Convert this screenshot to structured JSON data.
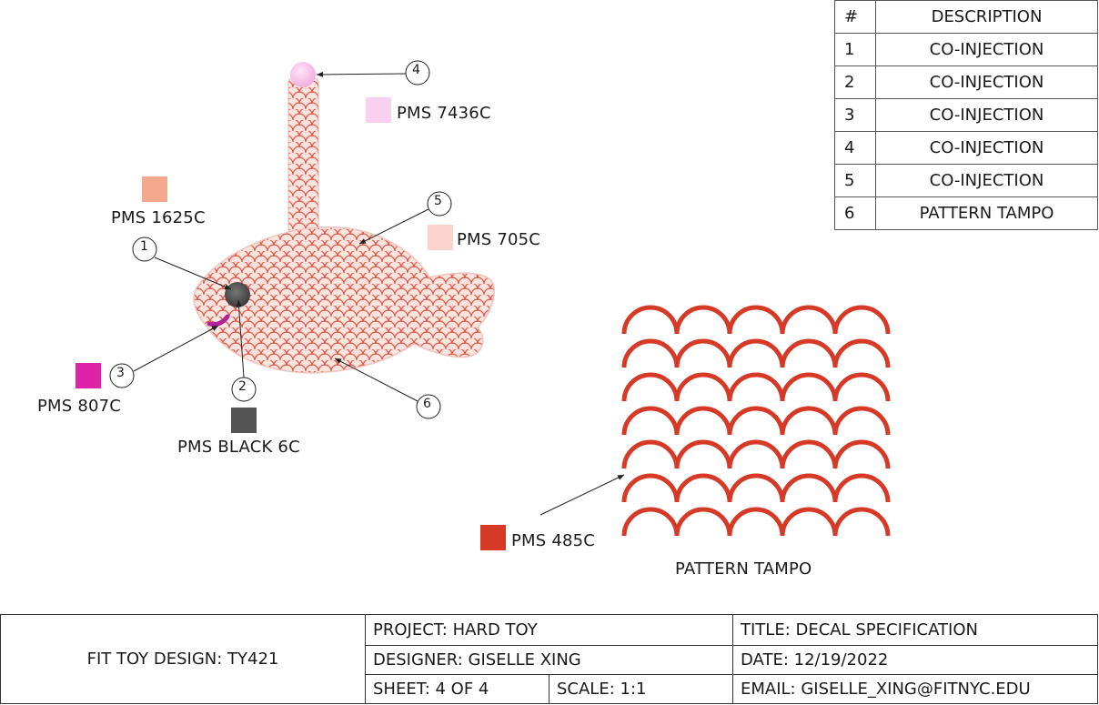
{
  "table": {
    "header_num": "#",
    "header_desc": "DESCRIPTION",
    "rows": [
      {
        "num": "1",
        "desc": "CO-INJECTION"
      },
      {
        "num": "2",
        "desc": "CO-INJECTION"
      },
      {
        "num": "3",
        "desc": "CO-INJECTION"
      },
      {
        "num": "4",
        "desc": "CO-INJECTION"
      },
      {
        "num": "5",
        "desc": "CO-INJECTION"
      },
      {
        "num": "6",
        "desc": "PATTERN TAMPO"
      }
    ]
  },
  "callouts": {
    "c1": "1",
    "c2": "2",
    "c3": "3",
    "c4": "4",
    "c5": "5",
    "c6": "6"
  },
  "swatches": {
    "pms_7436c": {
      "label": "PMS 7436C",
      "color": "#f9d0f0"
    },
    "pms_1625c": {
      "label": "PMS 1625C",
      "color": "#f4a98f"
    },
    "pms_705c": {
      "label": "PMS 705C",
      "color": "#fbd2cc"
    },
    "pms_807c": {
      "label": "PMS 807C",
      "color": "#e022a8"
    },
    "pms_black_6c": {
      "label": "PMS BLACK 6C",
      "color": "#555555"
    },
    "pms_485c": {
      "label": "PMS 485C",
      "color": "#d63a27"
    }
  },
  "pattern_caption": "PATTERN TAMPO",
  "title_block": {
    "company": "FIT TOY DESIGN: TY421",
    "project": "PROJECT: HARD TOY",
    "designer": "DESIGNER: GISELLE XING",
    "sheet": "SHEET: 4 OF 4",
    "scale": "SCALE: 1:1",
    "title": "TITLE: DECAL SPECIFICATION",
    "date": "DATE: 12/19/2022",
    "email": "EMAIL: GISELLE_XING@FITNYC.EDU"
  }
}
